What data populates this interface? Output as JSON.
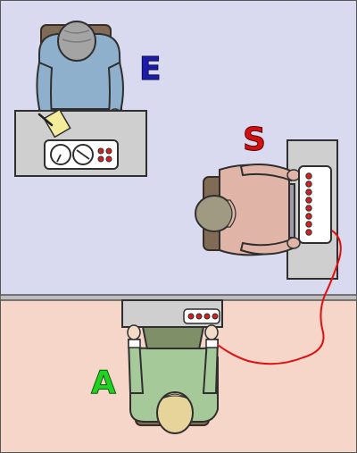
{
  "labels": {
    "experimenter": "E",
    "subject": "S",
    "accomplice": "A"
  },
  "colors": {
    "upper_room": "#d9d9f0",
    "lower_room": "#f5d6c8",
    "experimenter_label": "#1c1ca8",
    "subject_label": "#d11010",
    "accomplice_label": "#22d222",
    "desk": "#cfcfcf",
    "wire": "#e01010",
    "button": "#d42020"
  },
  "figures": {
    "experimenter_shirt": "#8fb0cc",
    "subject_shirt": "#e0b5a8",
    "accomplice_shirt": "#a6c99a",
    "gray_hair": "#a4a4a4",
    "brown_hair": "#a09a82",
    "blond_hair": "#e6d49a",
    "chair": "#806c56"
  },
  "icons": {
    "clock_dials": "clock-icon",
    "paper": "paper-icon",
    "pen": "pen-icon",
    "shock_panel": "shock-generator-icon",
    "electrode": "electrode-icon"
  }
}
